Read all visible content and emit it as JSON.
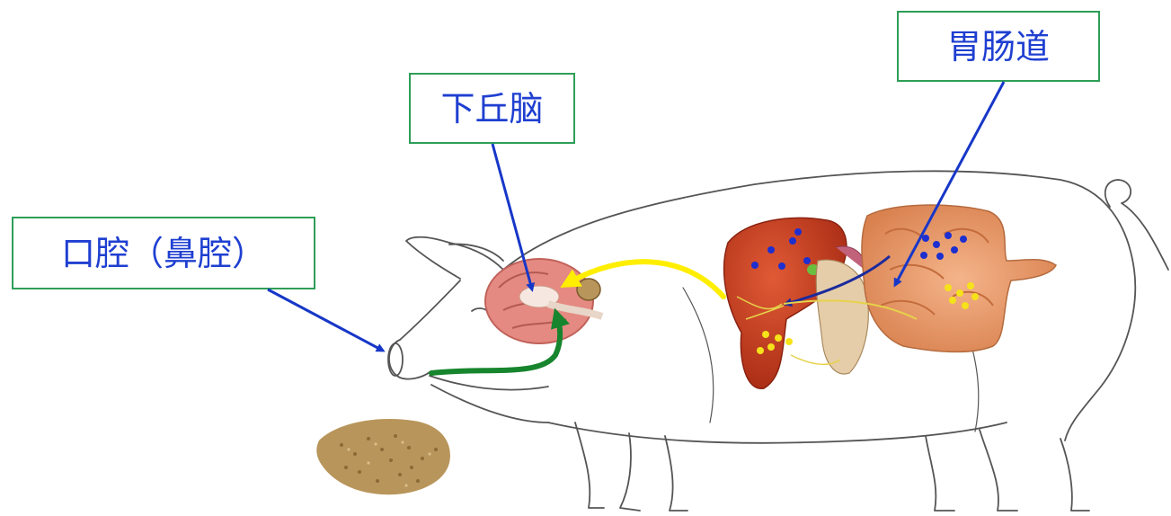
{
  "labels": {
    "oral_cavity": "口腔（鼻腔）",
    "hypothalamus": "下丘脑",
    "gi_tract": "胃肠道"
  },
  "colors": {
    "label_border": "#2e9e57",
    "label_text": "#1f3fd1",
    "pointer_arrow": "#1737c8",
    "taste_pathway": "#17852d",
    "gut_brain_pathway": "#ffee00",
    "organ_liver": "#c83a1f",
    "organ_intestine": "#e89a6e",
    "feed_pile": "#b8955a"
  }
}
